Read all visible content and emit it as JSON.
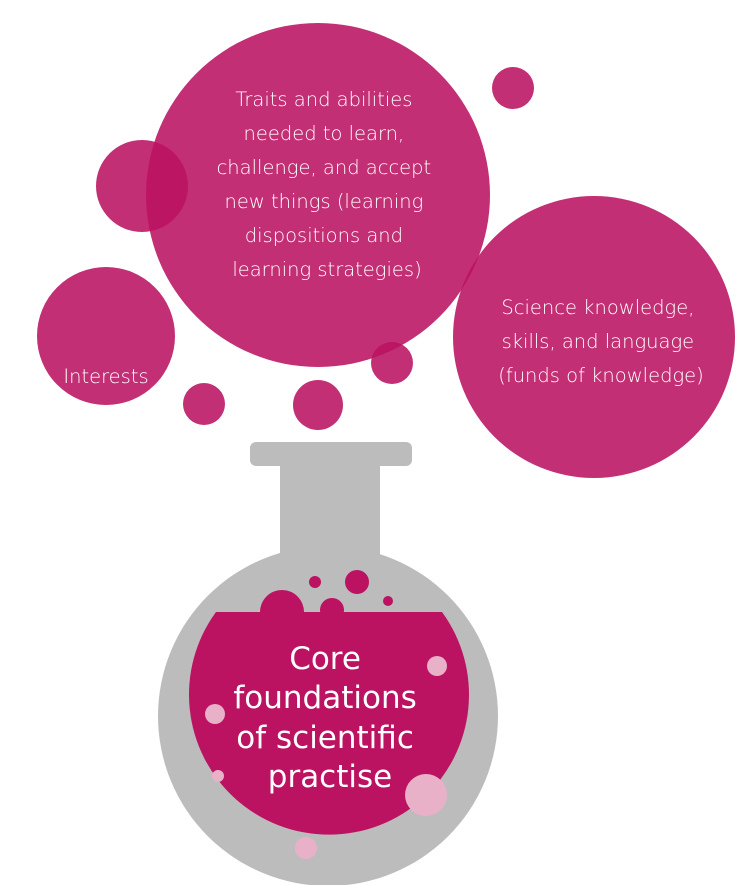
{
  "bubbles": {
    "learning_dispositions": {
      "lines": [
        "Traits and abilities",
        "needed to learn,",
        "challenge, and accept",
        "new things (learning",
        "dispositions and",
        "learning strategies)"
      ]
    },
    "funds_of_knowledge": {
      "lines": [
        "Science knowledge,",
        "skills, and language",
        "(funds of knowledge)"
      ]
    },
    "interests": {
      "lines": [
        "Interests"
      ]
    }
  },
  "flask": {
    "lines": [
      "Core",
      "foundations",
      "of scientific",
      "practise"
    ]
  },
  "colors": {
    "magenta": "#bb1261",
    "flask_grey": "#bcbcbd",
    "pale_pink": "#e8b1c8",
    "text": "#ffffff"
  }
}
